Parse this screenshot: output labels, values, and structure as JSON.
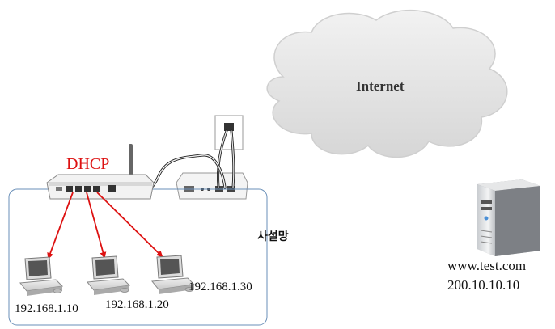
{
  "internet": {
    "label": "Internet"
  },
  "router": {
    "label": "DHCP"
  },
  "lan": {
    "label": "사설망"
  },
  "server": {
    "hostname": "www.test.com",
    "ip": "200.10.10.10"
  },
  "clients": [
    {
      "ip": "192.168.1.10"
    },
    {
      "ip": "192.168.1.20"
    },
    {
      "ip": "192.168.1.30"
    }
  ],
  "colors": {
    "dhcp": "#dd1111",
    "arrows": "#dd1111",
    "lan_border": "#6a8fb8",
    "cloud": "#e7e7e7"
  }
}
